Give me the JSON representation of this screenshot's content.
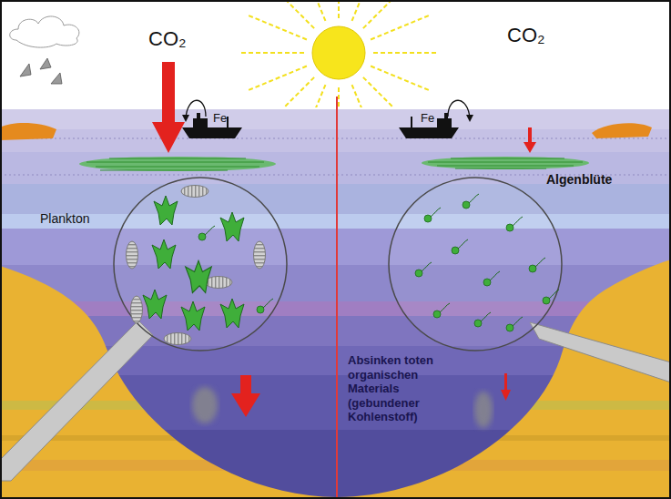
{
  "diagram": {
    "labels": [
      "CO₂",
      "CO₂",
      "Fe",
      "Fe",
      "Algenblüte",
      "Plankton",
      "Absinken toten organischen Materials (gebundener Kohlenstoff)"
    ]
  }
}
